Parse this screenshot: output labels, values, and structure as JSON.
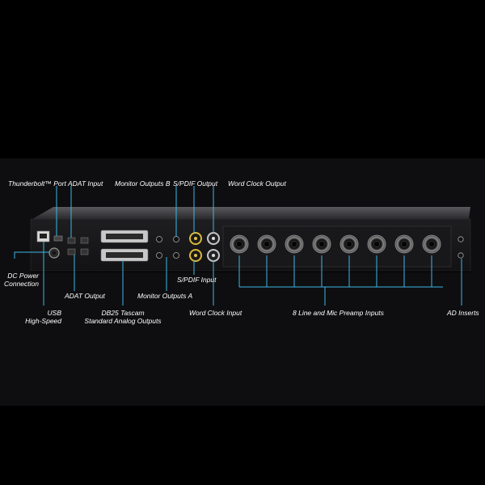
{
  "callouts": {
    "thunderbolt_port": "Thunderbolt™ Port",
    "adat_input": "ADAT Input",
    "monitor_outputs_b": "Monitor Outputs B",
    "spdif_output": "S/PDIF Output",
    "word_clock_output": "Word Clock Output",
    "dc_power_line1": "DC Power",
    "dc_power_line2": "Connection",
    "adat_output": "ADAT Output",
    "monitor_outputs_a": "Monitor Outputs A",
    "spdif_input": "S/PDIF Input",
    "usb_line1": "USB",
    "usb_line2": "High-Speed",
    "db25_line1": "DB25 Tascam",
    "db25_line2": "Standard Analog Outputs",
    "word_clock_input": "Word Clock Input",
    "preamp_inputs": "8 Line and Mic Preamp Inputs",
    "ad_inserts": "AD Inserts"
  },
  "colors": {
    "background": "#000000",
    "accent_line": "#3cb6e6",
    "chassis": "#1b1b1e",
    "label_text": "#ffffff"
  }
}
